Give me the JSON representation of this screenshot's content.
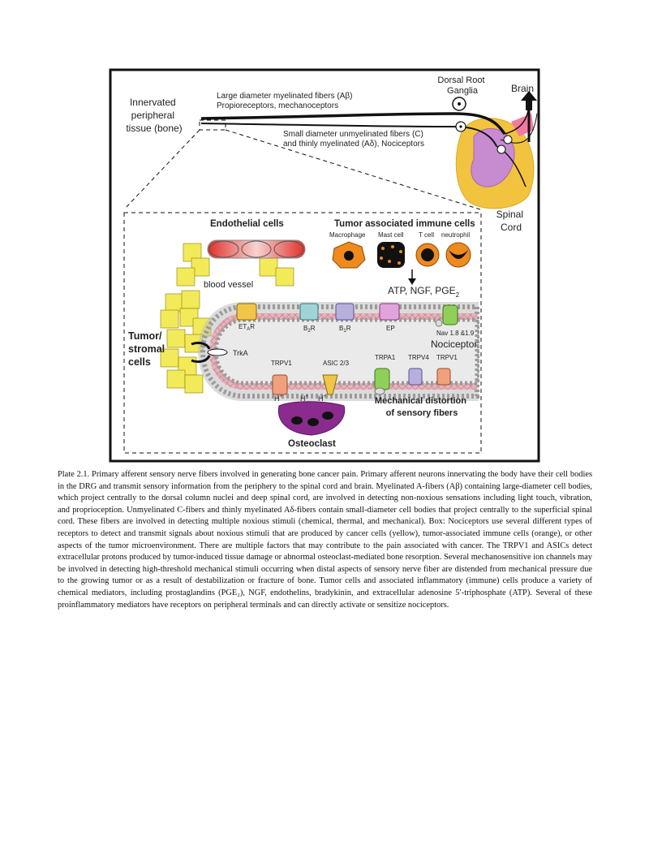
{
  "figure": {
    "top": {
      "tissue_label": [
        "Innervated",
        "peripheral",
        "tissue (bone)"
      ],
      "large_fibers": [
        "Large diameter myelinated fibers (Aβ)",
        "Propioreceptors, mechanoceptors"
      ],
      "small_fibers": [
        "Small diameter unmyelinated fibers (C)",
        "and thinly myelinated (Aδ), Nociceptors"
      ],
      "drg_label": [
        "Dorsal Root",
        "Ganglia"
      ],
      "brain_label": "Brain",
      "spinal_label": [
        "Spinal",
        "Cord"
      ]
    },
    "box": {
      "endothelial_label": "Endothelial cells",
      "blood_vessel_label": "blood vessel",
      "immune_title": "Tumor associated immune cells",
      "immune_cells": [
        "Macrophage",
        "Mast cell",
        "T cell",
        "neutrophil"
      ],
      "mediators": "ATP, NGF, PGE",
      "mediators_sub": "2",
      "tumor_label": [
        "Tumor/",
        "stromal",
        "cells"
      ],
      "trka_label": "TrkA",
      "receptors_top": [
        "ET",
        "A",
        "R",
        "B",
        "2",
        "R",
        "B",
        "1",
        "R",
        "EP"
      ],
      "nav_label": "Nav 1.8 &1.9",
      "nociceptor_label": "Nociceptor",
      "channels_bottom": [
        "TRPV1",
        "ASIC 2/3",
        "TRPA1",
        "TRPV4",
        "TRPV1"
      ],
      "proton": "H",
      "proton_sup": "+",
      "mechanical_label": [
        "Mechanical distortion",
        "of sensory fibers"
      ],
      "osteoclast_label": "Osteoclast"
    },
    "colors": {
      "tumor_yellow": "#f3ea5a",
      "immune_orange": "#ee8a1e",
      "osteoclast_purple": "#8b2b8e",
      "spinal_purple": "#c78bd0",
      "spinal_gold": "#f2c33e",
      "membrane_pink": "#e7a9b2",
      "vessel_red": "#e0302a"
    }
  },
  "caption": {
    "text": "Plate 2.1.  Primary afferent sensory nerve fibers involved in generating bone cancer pain. Primary afferent neurons innervating the body have their cell bodies in the DRG and transmit sensory information from the periphery to the spinal cord and brain. Myelinated A-fibers (Aβ) containing large-diameter cell bodies, which project centrally to the dorsal column nuclei and deep spinal cord, are involved in detecting non-noxious sensations including light touch, vibration, and proprioception. Unmyelinated C-fibers and thinly myelinated Aδ-fibers contain small-diameter cell bodies that project centrally to the superficial spinal cord. These fibers are involved in detecting multiple noxious stimuli (chemical, thermal, and mechanical). Box: Nociceptors use several different types of receptors to detect and transmit signals about noxious stimuli that are produced by cancer cells (yellow), tumor-associated immune cells (orange), or other aspects of the tumor microenvironment. There are multiple factors that may contribute to the pain associated with cancer. The TRPV1 and ASICs detect extracellular protons produced by tumor-induced tissue damage or abnormal osteoclast-mediated bone resorption. Several mechanosensitive ion channels may be involved in detecting high-threshold mechanical stimuli occurring when distal aspects of sensory nerve fiber are distended from mechanical pressure due to the growing tumor or as a result of destabilization or fracture of bone. Tumor cells and associated inflammatory (immune) cells produce a variety of chemical mediators, including prostaglandins (PGE₂), NGF, endothelins, bradykinin, and extracellular adenosine 5′-triphosphate (ATP). Several of these proinflammatory mediators have receptors on peripheral terminals and can directly activate or sensitize nociceptors."
  }
}
